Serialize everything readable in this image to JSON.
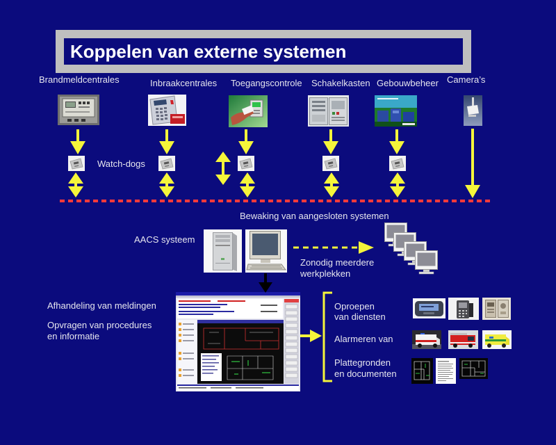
{
  "title": "Koppelen van externe systemen",
  "colors": {
    "background": "#0b0b7d",
    "title_frame": "#bfbfbf",
    "arrow": "#f5f53a",
    "bus_line": "#ff3a3a",
    "text": "#e6e6ee"
  },
  "sources": [
    {
      "label": "Brandmeldcentrales",
      "icon": "fire-alarm-panel-icon"
    },
    {
      "label": "Inbraakcentrales",
      "icon": "intrusion-alarm-panel-icon"
    },
    {
      "label": "Toegangscontrole",
      "icon": "access-control-reader-icon"
    },
    {
      "label": "Schakelkasten",
      "icon": "switch-cabinet-icon"
    },
    {
      "label": "Gebouwbeheer",
      "icon": "building-management-icon"
    },
    {
      "label": "Camera’s",
      "icon": "camera-icon"
    }
  ],
  "watchdogs": {
    "label": "Watch-dogs",
    "icon": "watchdog-module-icon"
  },
  "monitoring": {
    "label": "Bewaking van aangesloten systemen"
  },
  "aacs": {
    "label": "AACS systeem",
    "icons": [
      "server-tower-icon",
      "workstation-icon",
      "software-window-icon"
    ]
  },
  "workstations": {
    "lines": [
      "Zonodig meerdere",
      "werkplekken"
    ],
    "icon": "multiple-workstations-icon"
  },
  "tasks": [
    {
      "lines": [
        "Afhandeling van meldingen"
      ]
    },
    {
      "lines": [
        "Opvragen van procedures",
        "en informatie"
      ]
    }
  ],
  "outputs": [
    {
      "lines": [
        "Oproepen",
        "van diensten"
      ],
      "icons": [
        "pager-icon",
        "telephone-icon",
        "intercom-icon"
      ]
    },
    {
      "lines": [
        "Alarmeren van"
      ],
      "icons": [
        "ambulance-icon",
        "fire-truck-icon",
        "ambulance-icon"
      ]
    },
    {
      "lines": [
        "Plattegronden",
        "en documenten"
      ],
      "icons": [
        "floor-plan-icon",
        "document-icon",
        "floor-plan-icon"
      ]
    }
  ]
}
